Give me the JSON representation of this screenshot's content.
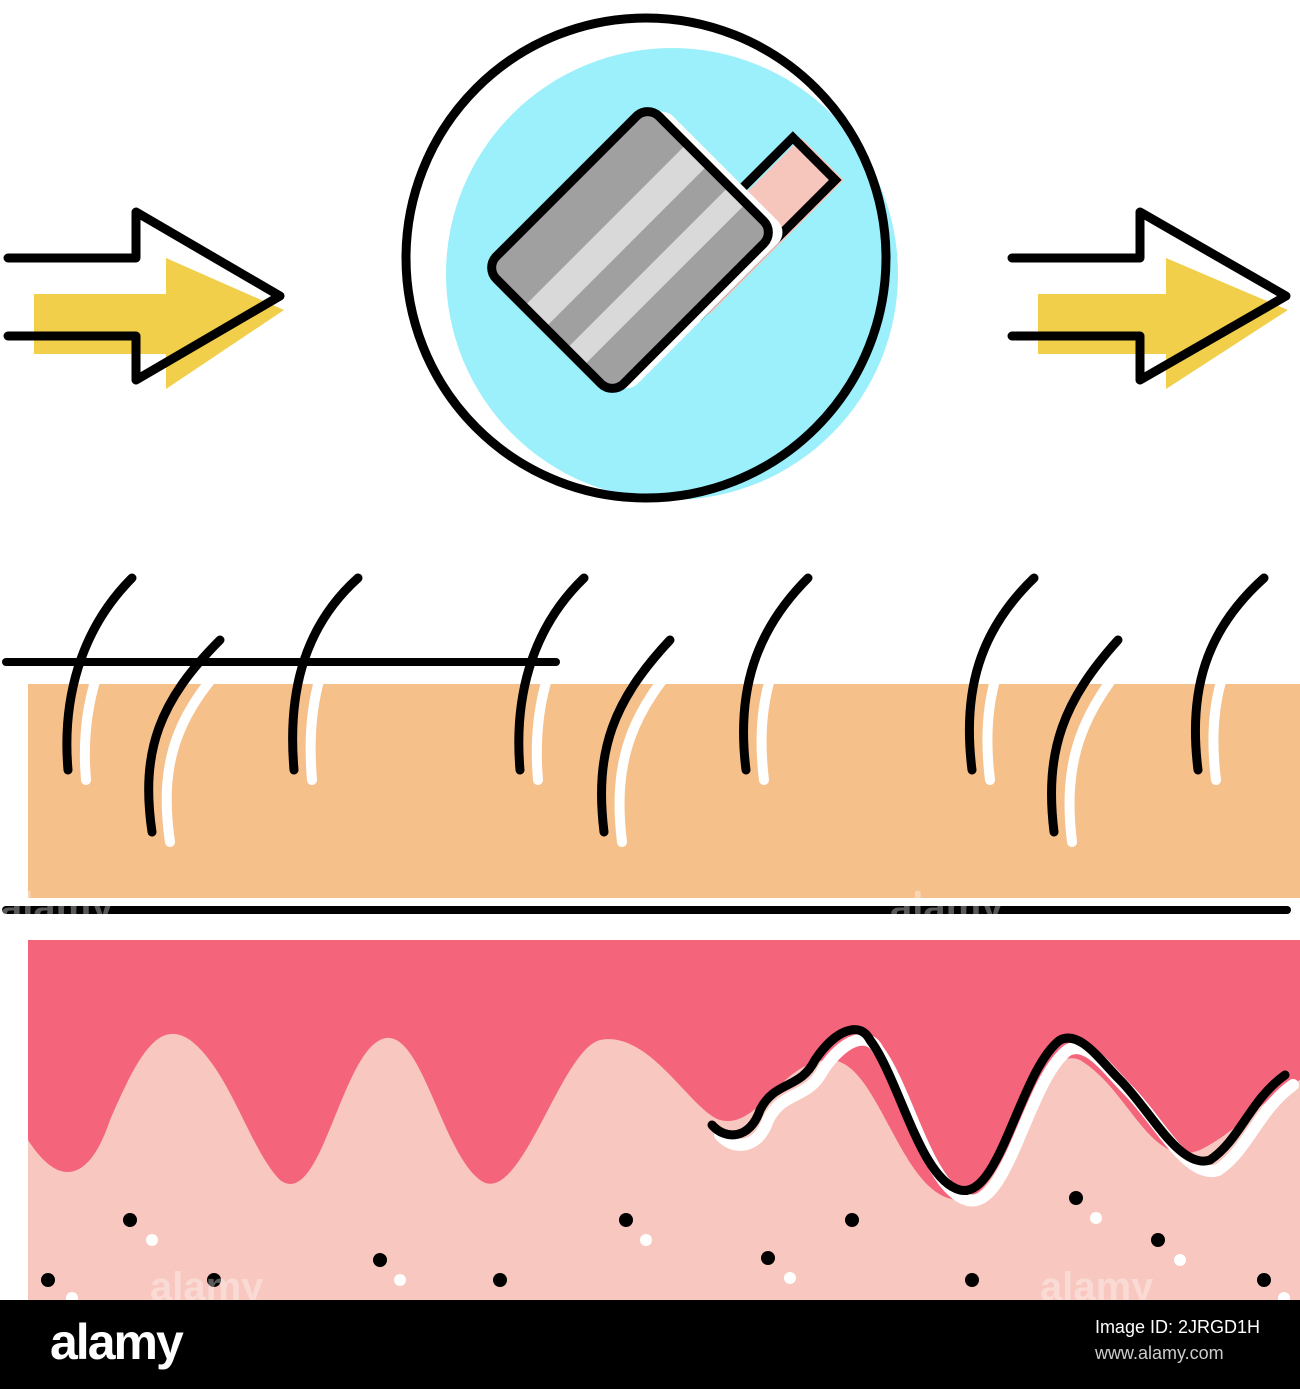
{
  "illustration": {
    "colors": {
      "outline": "#000000",
      "arrow_fill": "#f2cf4a",
      "circle_fill": "#9bf0fb",
      "blade_fill": "#a0a0a0",
      "blade_highlight": "#d9d9d9",
      "handle_fill": "#f6c6bd",
      "epidermis": "#f6c08a",
      "dermis_top": "#f4647b",
      "dermis_bottom": "#f8c7bf"
    },
    "icons": [
      "arrow-right-icon",
      "razor-icon",
      "arrow-right-icon"
    ],
    "watermark_text": "alamy"
  },
  "stock_bar": {
    "logo": "alamy",
    "image_id": "Image ID: 2JRGD1H",
    "url": "www.alamy.com"
  }
}
